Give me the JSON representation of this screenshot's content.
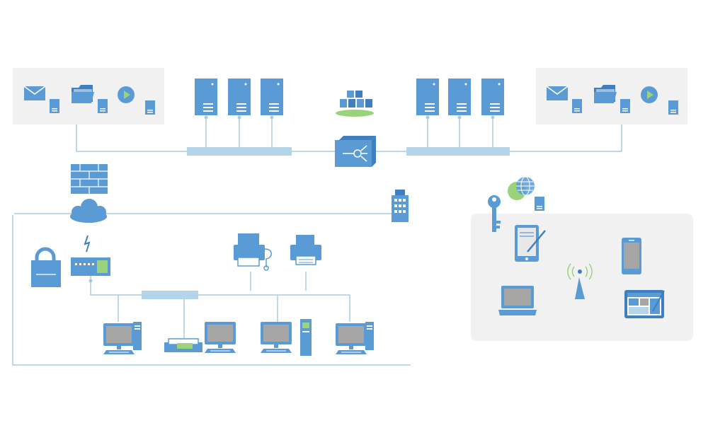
{
  "colors": {
    "background": "#ffffff",
    "panel": "#f1f1f1",
    "device_blue": "#5b9bd5",
    "device_dark": "#3f7fc0",
    "bus": "#b4d4ea",
    "line": "#a8cbe4",
    "screen": "#a6a6a6",
    "accent_green": "#9bd27c"
  },
  "diagram": {
    "type": "network-topology",
    "groups": [
      {
        "name": "left-services-panel",
        "icons": [
          "mail-icon",
          "folder-icon",
          "play-media-icon",
          "server-tower-icon"
        ]
      },
      {
        "name": "server-farm-left",
        "icons": [
          "server-icon",
          "server-icon",
          "server-icon"
        ]
      },
      {
        "name": "datacenter-core",
        "icons": [
          "server-cluster-icon",
          "load-balancer-icon"
        ]
      },
      {
        "name": "server-farm-right",
        "icons": [
          "server-icon",
          "server-icon",
          "server-icon"
        ]
      },
      {
        "name": "right-services-panel",
        "icons": [
          "mail-icon",
          "folder-icon",
          "play-media-icon",
          "server-tower-icon"
        ]
      },
      {
        "name": "internet-edge",
        "icons": [
          "firewall-icon",
          "cloud-icon",
          "office-building-icon"
        ]
      },
      {
        "name": "local-network",
        "icons": [
          "lock-icon",
          "router-icon",
          "fax-icon",
          "printer-icon",
          "workstation-icon",
          "scanner-icon",
          "monitor-icon",
          "workstation-icon",
          "workstation-icon"
        ]
      },
      {
        "name": "remote-access",
        "icons": [
          "key-icon",
          "globe-icon",
          "tablet-pen-icon",
          "laptop-icon",
          "wireless-tower-icon",
          "smartphone-icon",
          "tablet-screen-icon"
        ]
      }
    ]
  }
}
